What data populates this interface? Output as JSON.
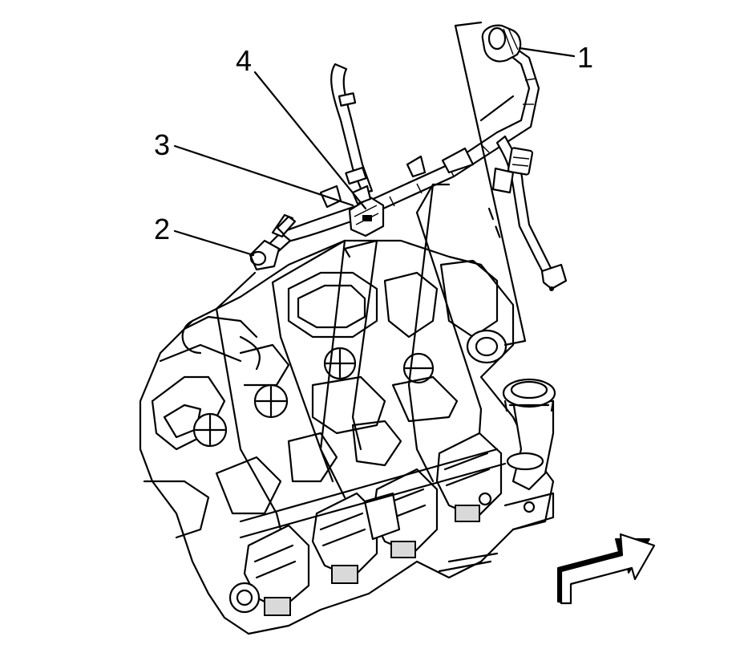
{
  "callouts": [
    {
      "id": "1",
      "label": "1"
    },
    {
      "id": "2",
      "label": "2"
    },
    {
      "id": "3",
      "label": "3"
    },
    {
      "id": "4",
      "label": "4"
    }
  ],
  "icons": {
    "direction": "forward-direction-arrow-icon"
  }
}
